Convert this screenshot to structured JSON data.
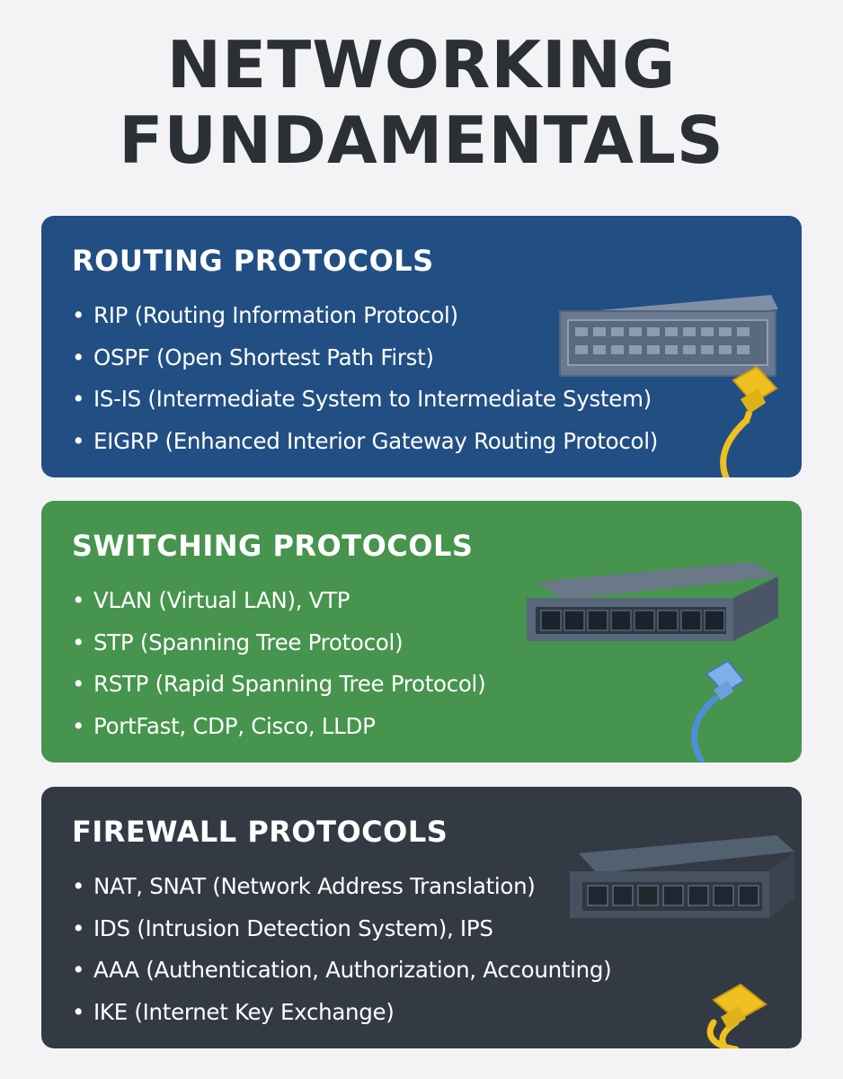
{
  "title": {
    "line1": "NETWORKING",
    "line2": "FUNDAMENTALS"
  },
  "sections": [
    {
      "heading": "ROUTING PROTOCOLS",
      "color": "#224f83",
      "items": [
        "RIP (Routing Information Protocol)",
        "OSPF (Open Shortest Path First)",
        "IS-IS (Intermediate System to Intermediate System)",
        "EIGRP (Enhanced Interior Gateway Routing Protocol)"
      ],
      "illustration": "network-switch-icon",
      "cable_color": "#f0c020"
    },
    {
      "heading": "SWITCHING PROTOCOLS",
      "color": "#46944d",
      "items": [
        "VLAN (Virtual LAN), VTP",
        "STP (Spanning Tree Protocol)",
        "RSTP (Rapid Spanning Tree Protocol)",
        "PortFast, CDP, Cisco, LLDP"
      ],
      "illustration": "network-switch-icon",
      "cable_color": "#4d8fd6"
    },
    {
      "heading": "FIREWALL PROTOCOLS",
      "color": "#333a44",
      "items": [
        "NAT, SNAT (Network Address Translation)",
        "IDS (Intrusion Detection System), IPS",
        "AAA (Authentication, Authorization, Accounting)",
        "IKE (Internet Key Exchange)"
      ],
      "illustration": "network-switch-icon",
      "cable_color": "#f0c020"
    }
  ],
  "bullet_symbol": "•"
}
